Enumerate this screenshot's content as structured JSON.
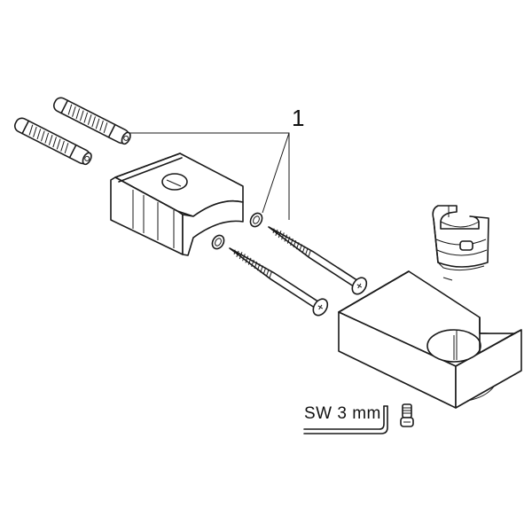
{
  "diagram": {
    "type": "exploded-parts-diagram",
    "callouts": [
      {
        "number": "1",
        "refers_to": [
          "wall-plugs",
          "washers",
          "wood-screws"
        ]
      }
    ],
    "tool": {
      "label": "SW 3 mm",
      "type": "hex-key"
    },
    "parts": [
      {
        "name": "wall-plug",
        "count": 2
      },
      {
        "name": "mounting-bracket",
        "count": 1
      },
      {
        "name": "washer",
        "count": 2
      },
      {
        "name": "wood-screw",
        "count": 2
      },
      {
        "name": "hand-shower-holder-body",
        "count": 1
      },
      {
        "name": "holder-insert-clip",
        "count": 1
      },
      {
        "name": "grub-screw",
        "count": 1
      }
    ],
    "colors": {
      "line": "#1a1a1a",
      "background": "#ffffff"
    }
  }
}
